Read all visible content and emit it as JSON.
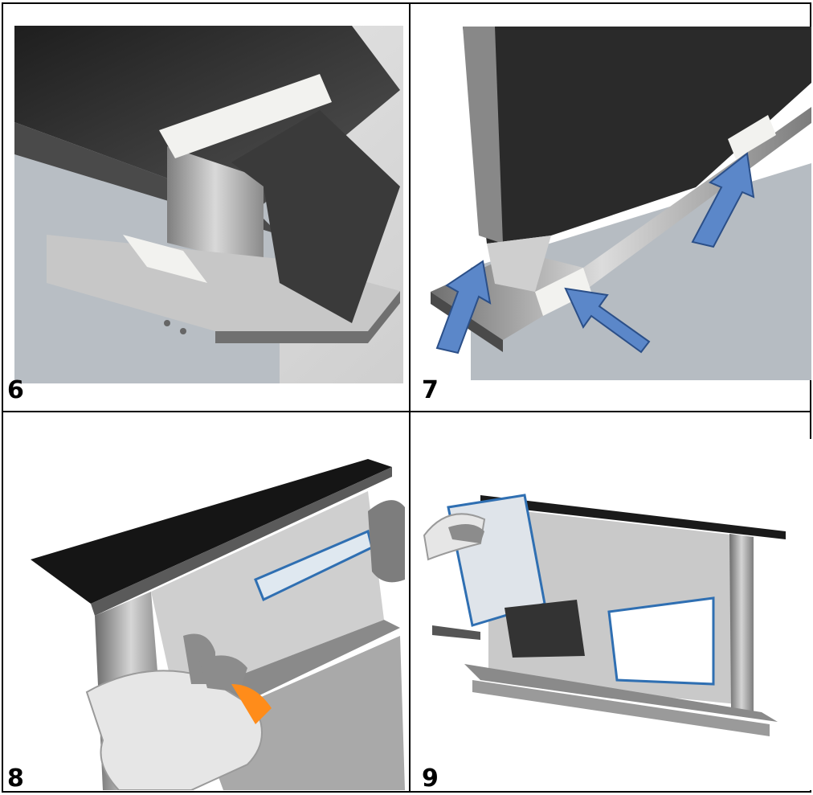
{
  "steps": [
    {
      "number": "6"
    },
    {
      "number": "7"
    },
    {
      "number": "8"
    },
    {
      "number": "9"
    }
  ],
  "colors": {
    "border": "#000000",
    "arrow": "#5b87c9",
    "arrow_outline": "#2b4f88",
    "steel_dark": "#2d2d2d",
    "steel_light": "#c9c9c9",
    "filter_foam": "#3a3a3a",
    "tape": "#f2f2ef",
    "glove": "#e6e6e6",
    "glove_palm": "#8c8c8c",
    "filter_edge": "#2f6fb2"
  },
  "icons": [
    "arrow-icon"
  ]
}
